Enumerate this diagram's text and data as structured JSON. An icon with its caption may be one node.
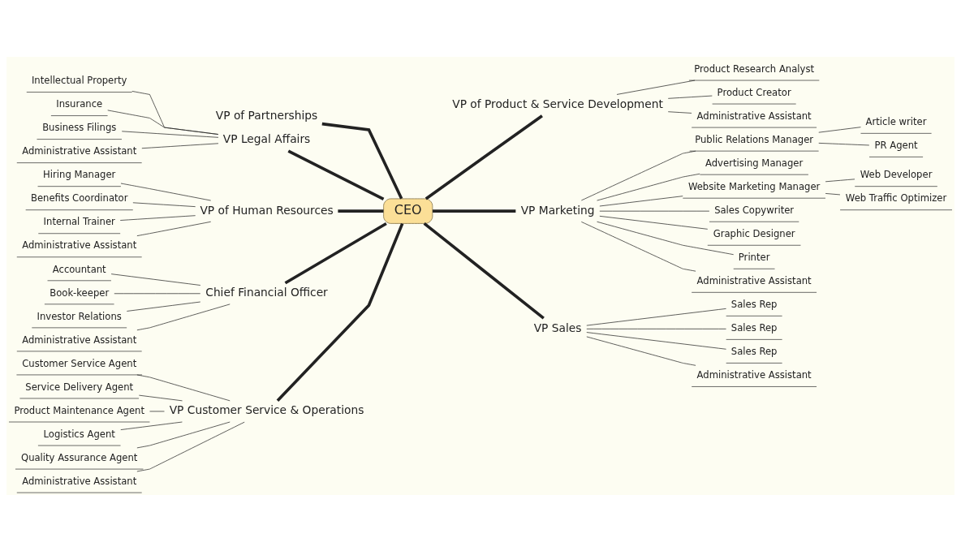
{
  "diagram": {
    "nodes": [
      {
        "text": [
          "CEO"
        ]
      },
      {
        "text": [
          "VP of Partnerships"
        ]
      },
      {
        "text": [
          "VP Legal Affairs"
        ]
      },
      {
        "text": [
          "Intellectual Property"
        ]
      },
      {
        "text": [
          "Insurance"
        ]
      },
      {
        "text": [
          "Business Filings"
        ]
      },
      {
        "text": [
          "Administrative Assistant"
        ]
      },
      {
        "text": [
          "VP of Human Resources"
        ]
      },
      {
        "text": [
          "Hiring Manager"
        ]
      },
      {
        "text": [
          "Benefits Coordinator"
        ]
      },
      {
        "text": [
          "Internal Trainer"
        ]
      },
      {
        "text": [
          "Administrative Assistant"
        ]
      },
      {
        "text": [
          "Chief Financial Officer"
        ]
      },
      {
        "text": [
          "Accountant"
        ]
      },
      {
        "text": [
          "Book-keeper"
        ]
      },
      {
        "text": [
          "Investor Relations"
        ]
      },
      {
        "text": [
          "Administrative Assistant"
        ]
      },
      {
        "text": [
          "VP Customer Service & Operations"
        ]
      },
      {
        "text": [
          "Customer Service Agent"
        ]
      },
      {
        "text": [
          "Service Delivery Agent"
        ]
      },
      {
        "text": [
          "Product Maintenance Agent"
        ]
      },
      {
        "text": [
          "Logistics Agent"
        ]
      },
      {
        "text": [
          "Quality Assurance Agent"
        ]
      },
      {
        "text": [
          "Administrative Assistant"
        ]
      },
      {
        "text": [
          "VP of Product & Service Development"
        ]
      },
      {
        "text": [
          "Product Research Analyst"
        ]
      },
      {
        "text": [
          "Product Creator"
        ]
      },
      {
        "text": [
          "Administrative Assistant"
        ]
      },
      {
        "text": [
          "VP Marketing"
        ]
      },
      {
        "text": [
          "Public Relations Manager"
        ]
      },
      {
        "text": [
          "Article writer"
        ]
      },
      {
        "text": [
          "PR Agent"
        ]
      },
      {
        "text": [
          "Advertising Manager"
        ]
      },
      {
        "text": [
          "Website Marketing Manager"
        ]
      },
      {
        "text": [
          "Web Developer"
        ]
      },
      {
        "text": [
          "Web Traffic Optimizer"
        ]
      },
      {
        "text": [
          "Sales Copywriter"
        ]
      },
      {
        "text": [
          "Graphic Designer"
        ]
      },
      {
        "text": [
          "Printer"
        ]
      },
      {
        "text": [
          "Administrative Assistant"
        ]
      },
      {
        "text": [
          "VP Sales"
        ]
      },
      {
        "text": [
          "Sales Rep"
        ]
      },
      {
        "text": [
          "Sales Rep"
        ]
      },
      {
        "text": [
          "Sales Rep"
        ]
      },
      {
        "text": [
          "Administrative Assistant"
        ]
      }
    ],
    "edges": [
      {
        "from": 0,
        "to": 1,
        "arrow": "none",
        "style": "thick"
      },
      {
        "from": 0,
        "to": 2,
        "arrow": "none",
        "style": "thick"
      },
      {
        "from": 2,
        "to": 3,
        "arrow": "none"
      },
      {
        "from": 2,
        "to": 4,
        "arrow": "none"
      },
      {
        "from": 2,
        "to": 5,
        "arrow": "none"
      },
      {
        "from": 2,
        "to": 6,
        "arrow": "none"
      },
      {
        "from": 0,
        "to": 7,
        "arrow": "none",
        "style": "thick"
      },
      {
        "from": 7,
        "to": 8,
        "arrow": "none"
      },
      {
        "from": 7,
        "to": 9,
        "arrow": "none"
      },
      {
        "from": 7,
        "to": 10,
        "arrow": "none"
      },
      {
        "from": 7,
        "to": 11,
        "arrow": "none"
      },
      {
        "from": 0,
        "to": 12,
        "arrow": "none",
        "style": "thick"
      },
      {
        "from": 12,
        "to": 13,
        "arrow": "none"
      },
      {
        "from": 12,
        "to": 14,
        "arrow": "none"
      },
      {
        "from": 12,
        "to": 15,
        "arrow": "none"
      },
      {
        "from": 12,
        "to": 16,
        "arrow": "none"
      },
      {
        "from": 0,
        "to": 17,
        "arrow": "none",
        "style": "thick"
      },
      {
        "from": 17,
        "to": 18,
        "arrow": "none"
      },
      {
        "from": 17,
        "to": 19,
        "arrow": "none"
      },
      {
        "from": 17,
        "to": 20,
        "arrow": "none"
      },
      {
        "from": 17,
        "to": 21,
        "arrow": "none"
      },
      {
        "from": 17,
        "to": 22,
        "arrow": "none"
      },
      {
        "from": 17,
        "to": 23,
        "arrow": "none"
      },
      {
        "from": 0,
        "to": 24,
        "arrow": "none",
        "style": "thick"
      },
      {
        "from": 24,
        "to": 25,
        "arrow": "none"
      },
      {
        "from": 24,
        "to": 26,
        "arrow": "none"
      },
      {
        "from": 24,
        "to": 27,
        "arrow": "none"
      },
      {
        "from": 0,
        "to": 28,
        "arrow": "none",
        "style": "thick"
      },
      {
        "from": 28,
        "to": 29,
        "arrow": "none"
      },
      {
        "from": 29,
        "to": 30,
        "arrow": "none"
      },
      {
        "from": 29,
        "to": 31,
        "arrow": "none"
      },
      {
        "from": 28,
        "to": 32,
        "arrow": "none"
      },
      {
        "from": 28,
        "to": 33,
        "arrow": "none"
      },
      {
        "from": 33,
        "to": 34,
        "arrow": "none"
      },
      {
        "from": 33,
        "to": 35,
        "arrow": "none"
      },
      {
        "from": 28,
        "to": 36,
        "arrow": "none"
      },
      {
        "from": 28,
        "to": 37,
        "arrow": "none"
      },
      {
        "from": 28,
        "to": 38,
        "arrow": "none"
      },
      {
        "from": 28,
        "to": 39,
        "arrow": "none"
      },
      {
        "from": 0,
        "to": 40,
        "arrow": "none",
        "style": "thick"
      },
      {
        "from": 40,
        "to": 41,
        "arrow": "none"
      },
      {
        "from": 40,
        "to": 42,
        "arrow": "none"
      },
      {
        "from": 40,
        "to": 43,
        "arrow": "none"
      },
      {
        "from": 40,
        "to": 44,
        "arrow": "none"
      }
    ]
  }
}
